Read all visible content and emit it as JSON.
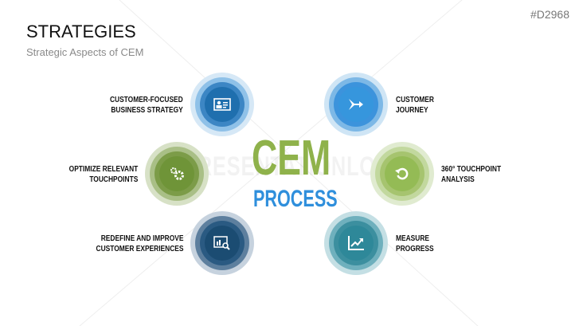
{
  "slide": {
    "title": "STRATEGIES",
    "subtitle": "Strategic Aspects of CEM",
    "code": "#D2968",
    "watermark": "PRESENTATIONLOAD"
  },
  "center": {
    "main": "CEM",
    "sub": "PROCESS"
  },
  "items": [
    {
      "line1": "CUSTOMER-FOCUSED",
      "line2": "BUSINESS STRATEGY",
      "icon": "id-card-icon"
    },
    {
      "line1": "OPTIMIZE RELEVANT",
      "line2": "TOUCHPOINTS",
      "icon": "gears-icon"
    },
    {
      "line1": "REDEFINE AND IMPROVE",
      "line2": "CUSTOMER EXPERIENCES",
      "icon": "chart-search-icon"
    },
    {
      "line1": "CUSTOMER",
      "line2": "JOURNEY",
      "icon": "merge-arrow-icon"
    },
    {
      "line1": "360° TOUCHPOINT",
      "line2": "ANALYSIS",
      "icon": "refresh-icon"
    },
    {
      "line1": "MEASURE",
      "line2": "PROGRESS",
      "icon": "line-chart-icon"
    }
  ],
  "colors": {
    "blue": "#1f6fae",
    "lightblue": "#3696dd",
    "green": "#6f9438",
    "lightgreen": "#94bb55",
    "navy": "#1b4c72",
    "teal": "#2e8899"
  }
}
